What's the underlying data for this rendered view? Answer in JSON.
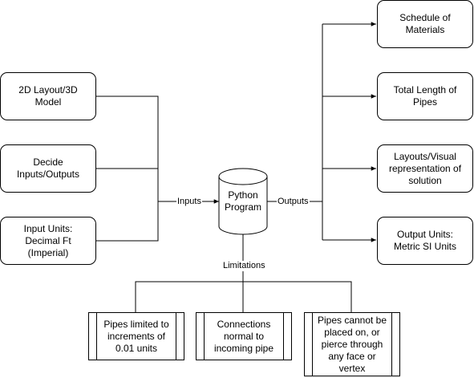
{
  "inputs": [
    {
      "label": "2D Layout/3D Model"
    },
    {
      "label": "Decide Inputs/Outputs"
    },
    {
      "label": "Input Units: Decimal Ft (Imperial)"
    }
  ],
  "outputs": [
    {
      "label": "Schedule of Materials"
    },
    {
      "label": "Total Length of Pipes"
    },
    {
      "label": "Layouts/Visual representation of solution"
    },
    {
      "label": "Output Units: Metric SI Units"
    }
  ],
  "center": {
    "label": "Python Program"
  },
  "edge_labels": {
    "inputs": "Inputs",
    "outputs": "Outputs",
    "limitations": "Limitations"
  },
  "limitations": [
    {
      "label": "Pipes limited to increments of 0.01 units"
    },
    {
      "label": "Connections normal to incoming pipe"
    },
    {
      "label": "Pipes cannot be placed on, or pierce through any face or vertex"
    }
  ]
}
